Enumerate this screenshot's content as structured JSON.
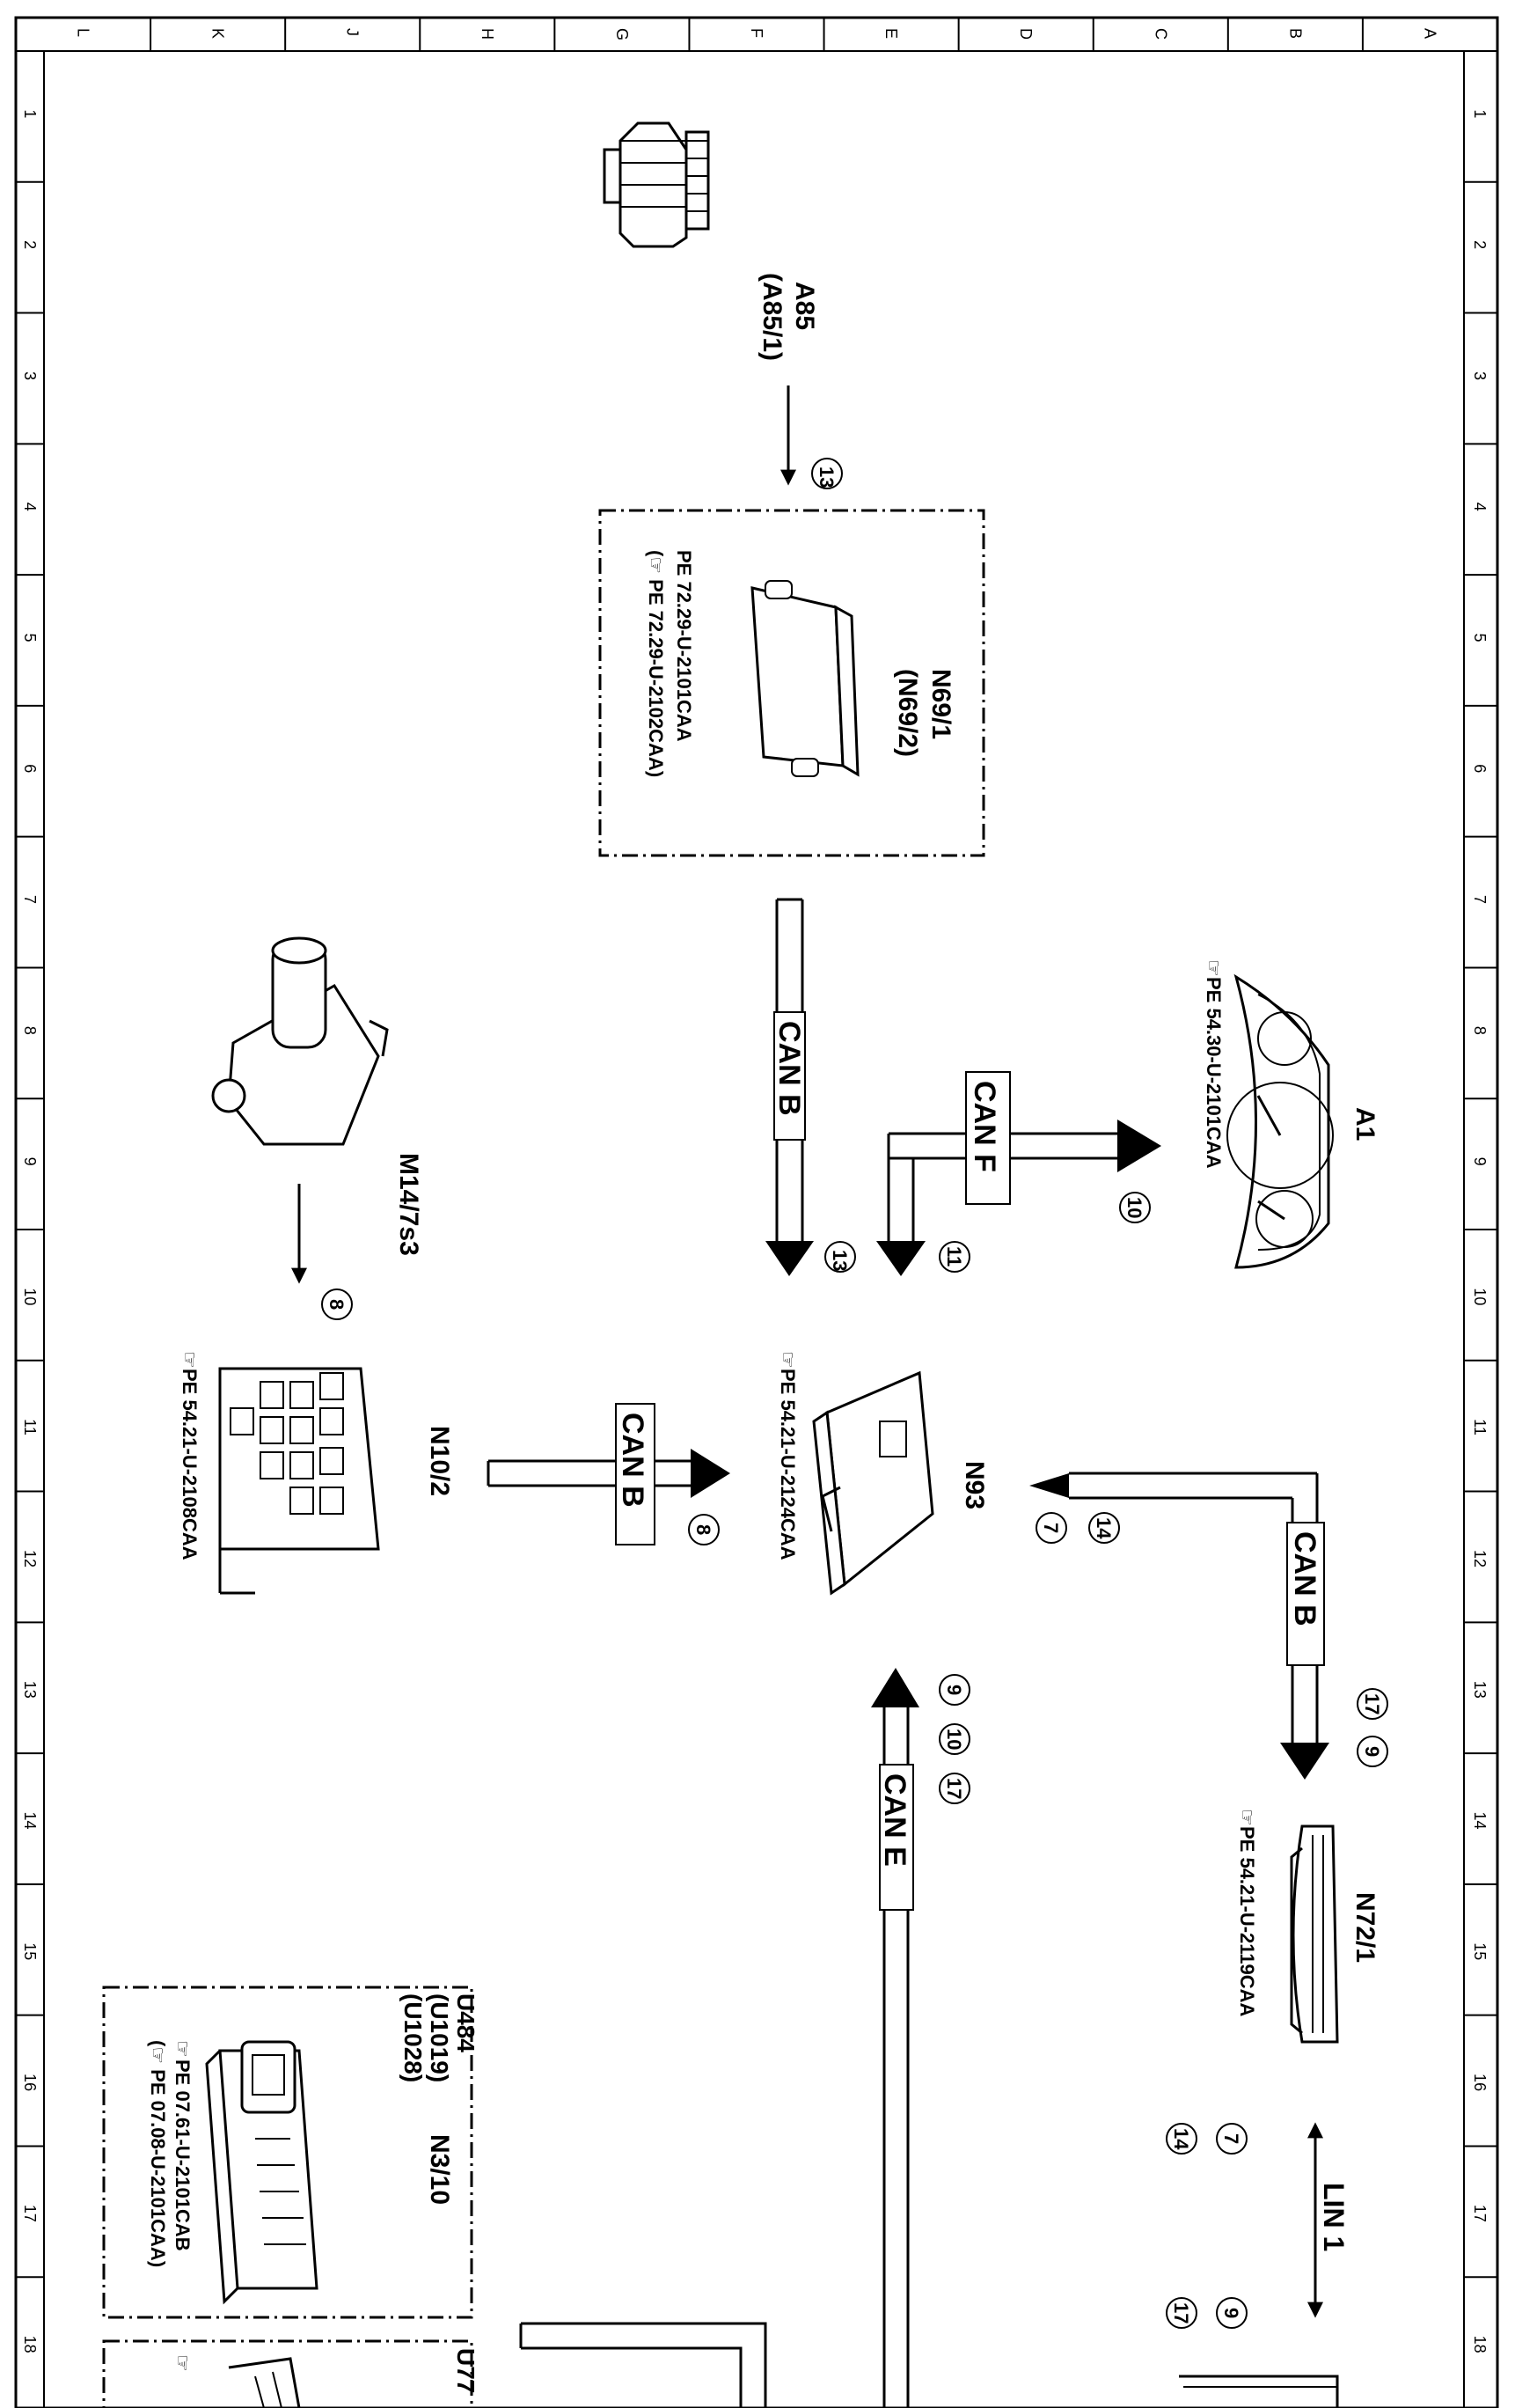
{
  "frame": {
    "columns": [
      "L",
      "K",
      "J",
      "H",
      "G",
      "F",
      "E",
      "D",
      "C",
      "B",
      "A"
    ],
    "rows": [
      "1",
      "2",
      "3",
      "4",
      "5",
      "6",
      "7",
      "8",
      "9",
      "10",
      "11",
      "12",
      "13",
      "14",
      "15",
      "16",
      "17",
      "18"
    ]
  },
  "components": {
    "a85": {
      "label1": "A85",
      "label2": "(A85/1)"
    },
    "n69": {
      "label1": "N69/1",
      "label2": "(N69/2)",
      "ref1": "PE  72.29-U-2101CAA",
      "ref2": "(☞ PE  72.29-U-2102CAA)"
    },
    "a1": {
      "label": "A1",
      "ref": "PE  54.30-U-2101CAA"
    },
    "m14": {
      "label": "M14/7s3"
    },
    "n10": {
      "label": "N10/2",
      "ref": "PE  54.21-U-2108CAA"
    },
    "n93": {
      "label": "N93",
      "ref": "PE  54.21-U-2124CAA"
    },
    "n72": {
      "label": "N72/1",
      "ref": "PE  54.21-U-2119CAA"
    },
    "n3": {
      "label": "N3/10",
      "codes": [
        "U484",
        "(U1019)",
        "(U1028)"
      ],
      "ref1": "PE  07.61-U-2101CAB",
      "ref2": "(☞ PE  07.08-U-2101CAA)"
    },
    "u77": {
      "label": "U77"
    }
  },
  "buses": {
    "can_b": "CAN B",
    "can_f": "CAN F",
    "can_e": "CAN E",
    "lin1": "LIN 1"
  },
  "markers": {
    "m13a": "13",
    "m13b": "13",
    "m10": "10",
    "m11": "11",
    "m8a": "8",
    "m8b": "8",
    "m14a": "14",
    "m7a": "7",
    "m17a": "17",
    "m9a": "9",
    "m9b": "9",
    "m10b": "10",
    "m17b": "17",
    "m7b": "7",
    "m14b": "14",
    "m9c": "9",
    "m17c": "17"
  }
}
